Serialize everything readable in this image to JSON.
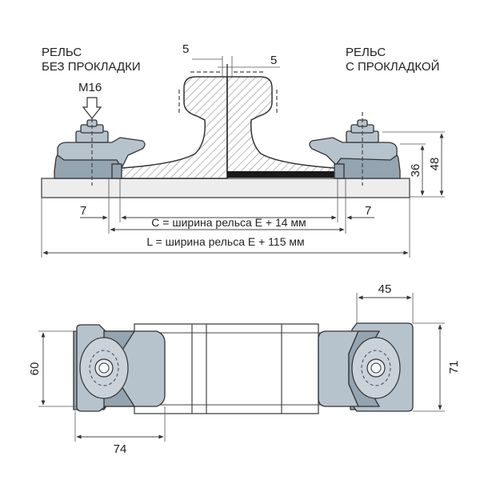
{
  "labels": {
    "rail_no_pad": [
      "РЕЛЬС",
      "БЕЗ ПРОКЛАДКИ"
    ],
    "rail_with_pad": [
      "РЕЛЬС",
      "С ПРОКЛАДКОЙ"
    ],
    "bolt": "M16"
  },
  "dimensions": {
    "gap_left": "5",
    "gap_right": "5",
    "height_36": "36",
    "height_48": "48",
    "offset_left": "7",
    "offset_right": "7",
    "c_formula": "C = ширина рельса E + 14 мм",
    "l_formula": "L = ширина рельса E + 115 мм",
    "width_45": "45",
    "height_60": "60",
    "height_71": "71",
    "length_74": "74"
  },
  "colors": {
    "steel": "#b7c3cc",
    "steel_dark": "#94a4b0",
    "plate": "#ededed",
    "pad": "#1a1a1a"
  }
}
